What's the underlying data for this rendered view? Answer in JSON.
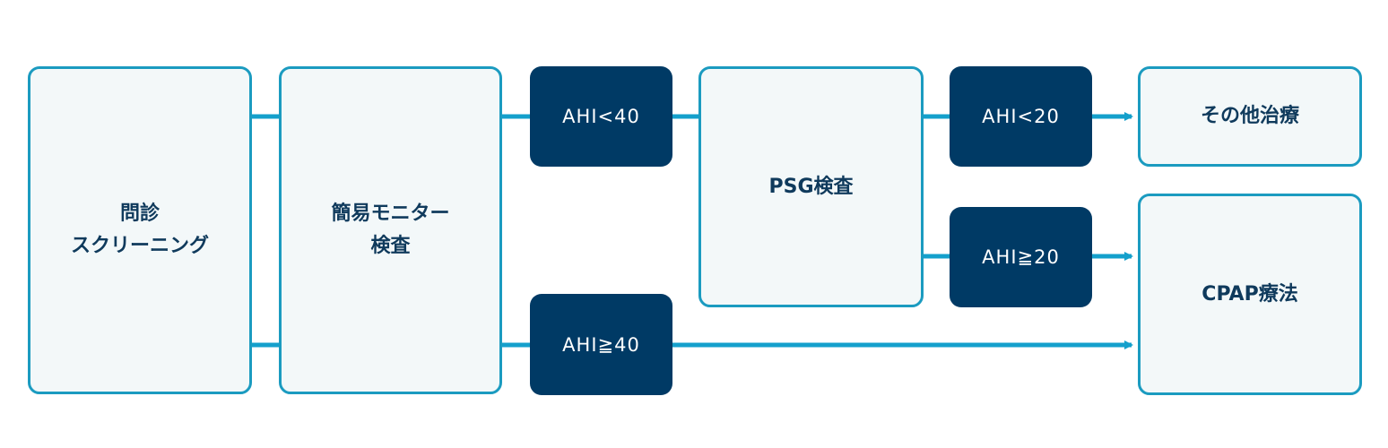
{
  "colors": {
    "line": "#14a0cc",
    "box_border": "#1b9bc0",
    "box_fill": "#f3f8f9",
    "dark_fill": "#003a65",
    "text_dark": "#0f3a5c",
    "text_light": "#ffffff"
  },
  "nodes": {
    "interview": "問診\nスクリーニング",
    "simple_monitor": "簡易モニター\n検査",
    "ahi_lt_40": "AHI<40",
    "ahi_ge_40": "AHI≧40",
    "psg": "PSG検査",
    "ahi_lt_20": "AHI<20",
    "ahi_ge_20": "AHI≧20",
    "other_treatment": "その他治療",
    "cpap": "CPAP療法"
  }
}
